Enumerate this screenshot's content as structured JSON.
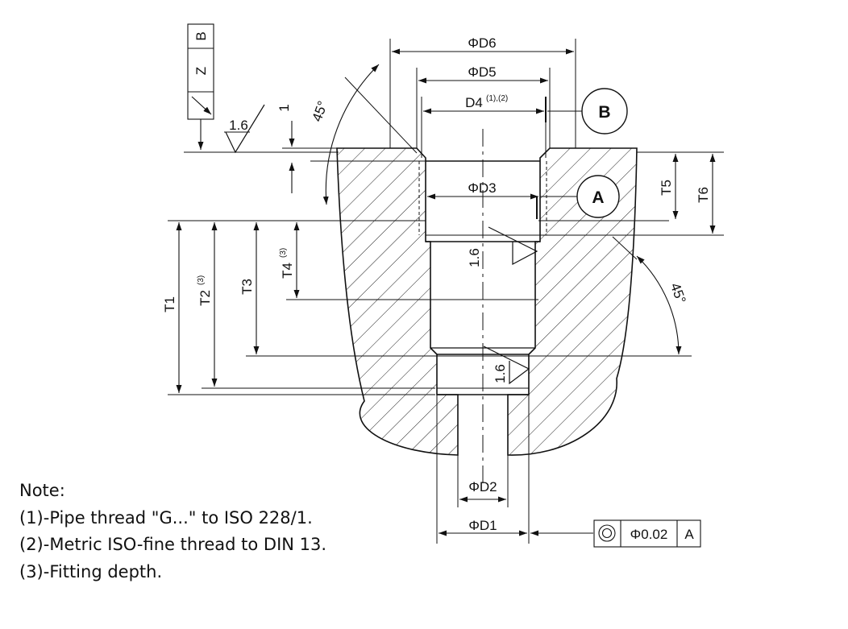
{
  "dimensions": {
    "d6": "ΦD6",
    "d5": "ΦD5",
    "d4": "D4",
    "d4_note": "(1),(2)",
    "d3": "ΦD3",
    "d2": "ΦD2",
    "d1": "ΦD1",
    "t1": "T1",
    "t2": "T2",
    "t2_note": "(3)",
    "t3": "T3",
    "t4": "T4",
    "t4_note": "(3)",
    "t5": "T5",
    "t6": "T6",
    "depth_1": "1",
    "angle_left": "45°",
    "angle_right": "45°"
  },
  "surface_finish": {
    "top": "1.6",
    "bore": "1.6",
    "bottom": "1.6"
  },
  "datums": {
    "a": "A",
    "b": "B"
  },
  "datum_symbol_box": {
    "cell_1": "B",
    "cell_2": "Z"
  },
  "tolerance_frame": {
    "symbol": "concentricity",
    "value": "Φ0.02",
    "datum": "A"
  },
  "notes": {
    "heading": "Note:",
    "lines": [
      "(1)-Pipe thread \"G...\" to ISO 228/1.",
      "(2)-Metric ISO-fine thread to DIN 13.",
      "(3)-Fitting depth."
    ]
  }
}
